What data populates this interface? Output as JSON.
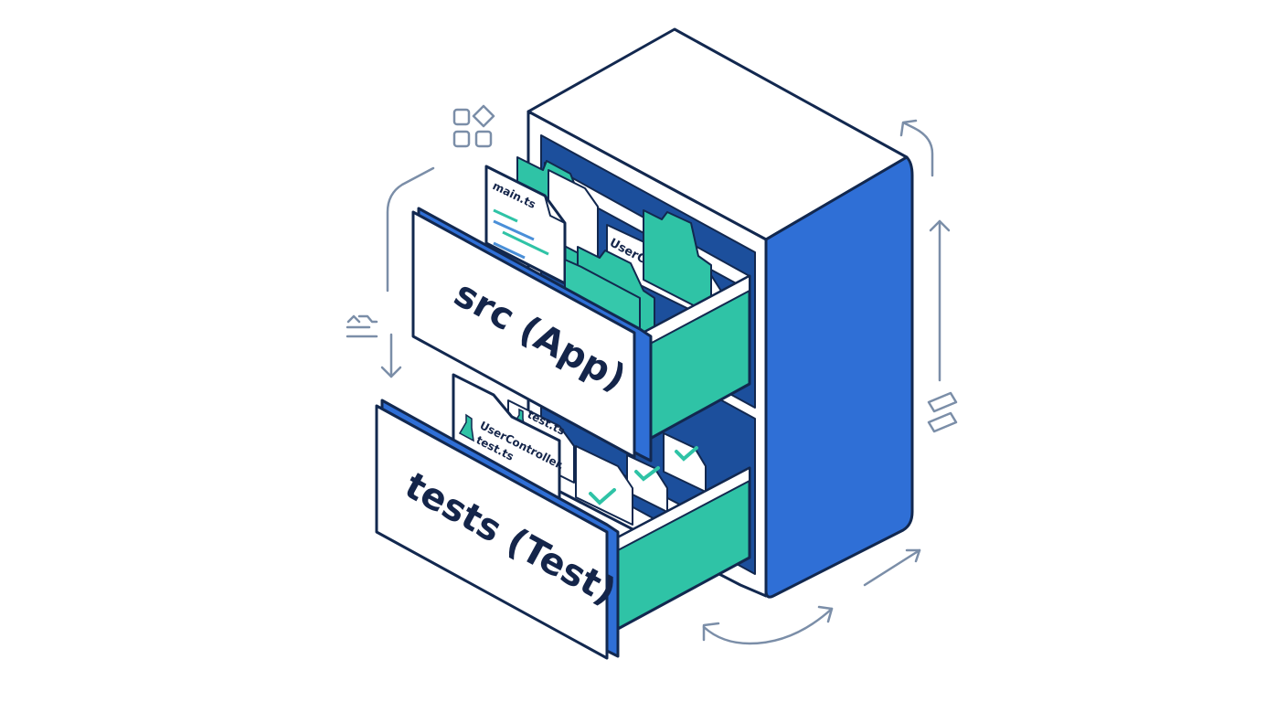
{
  "diagram": {
    "drawers": [
      {
        "label": "src (App)"
      },
      {
        "label": "tests (Test)"
      }
    ],
    "files": {
      "main": "main.ts",
      "controller": "UserController.ts",
      "test_line1": "UserController.",
      "test_line2": "test.ts",
      "test_short": "test.ts"
    },
    "colors": {
      "outline": "#12284f",
      "blue": "#2f6fd6",
      "teal": "#2fc3a6",
      "teal_dark": "#23a58d",
      "grey_icon": "#7b8ea8"
    },
    "icons": [
      "grid-icon",
      "sort-icon",
      "code-icon",
      "arrow-icons",
      "flask-icon",
      "check-icon"
    ]
  }
}
